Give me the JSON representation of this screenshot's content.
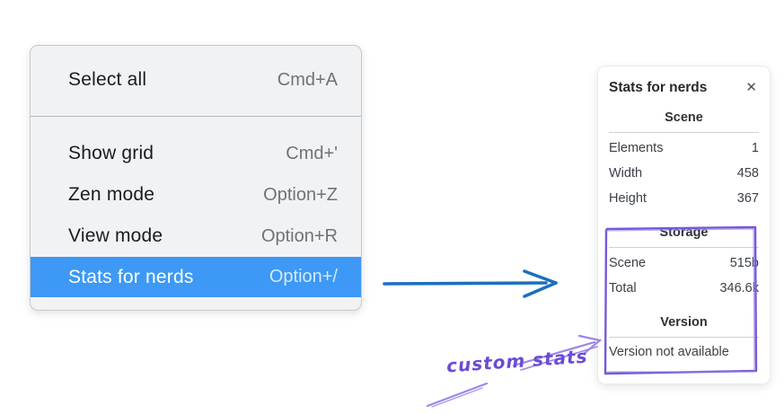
{
  "context_menu": {
    "sections": [
      {
        "items": [
          {
            "label": "Select all",
            "shortcut": "Cmd+A"
          }
        ]
      },
      {
        "items": [
          {
            "label": "Show grid",
            "shortcut": "Cmd+'"
          },
          {
            "label": "Zen mode",
            "shortcut": "Option+Z"
          },
          {
            "label": "View mode",
            "shortcut": "Option+R"
          },
          {
            "label": "Stats for nerds",
            "shortcut": "Option+/",
            "selected": true
          }
        ]
      }
    ],
    "highlight_color": "#3d99f5"
  },
  "stats_panel": {
    "title": "Stats for nerds",
    "close_glyph": "✕",
    "scene": {
      "header": "Scene",
      "rows": [
        {
          "label": "Elements",
          "value": "1"
        },
        {
          "label": "Width",
          "value": "458"
        },
        {
          "label": "Height",
          "value": "367"
        }
      ]
    },
    "storage": {
      "header": "Storage",
      "rows": [
        {
          "label": "Scene",
          "value": "515b"
        },
        {
          "label": "Total",
          "value": "346.6k"
        }
      ]
    },
    "version": {
      "header": "Version",
      "note": "Version not available"
    }
  },
  "annotations": {
    "custom_stats_label": "custom stats",
    "flow_arrow_color": "#1b70bf",
    "highlight_box_color": "#7659d9",
    "sketch_arrow_color": "#9d86e8",
    "label_color": "#6b4cd4"
  }
}
